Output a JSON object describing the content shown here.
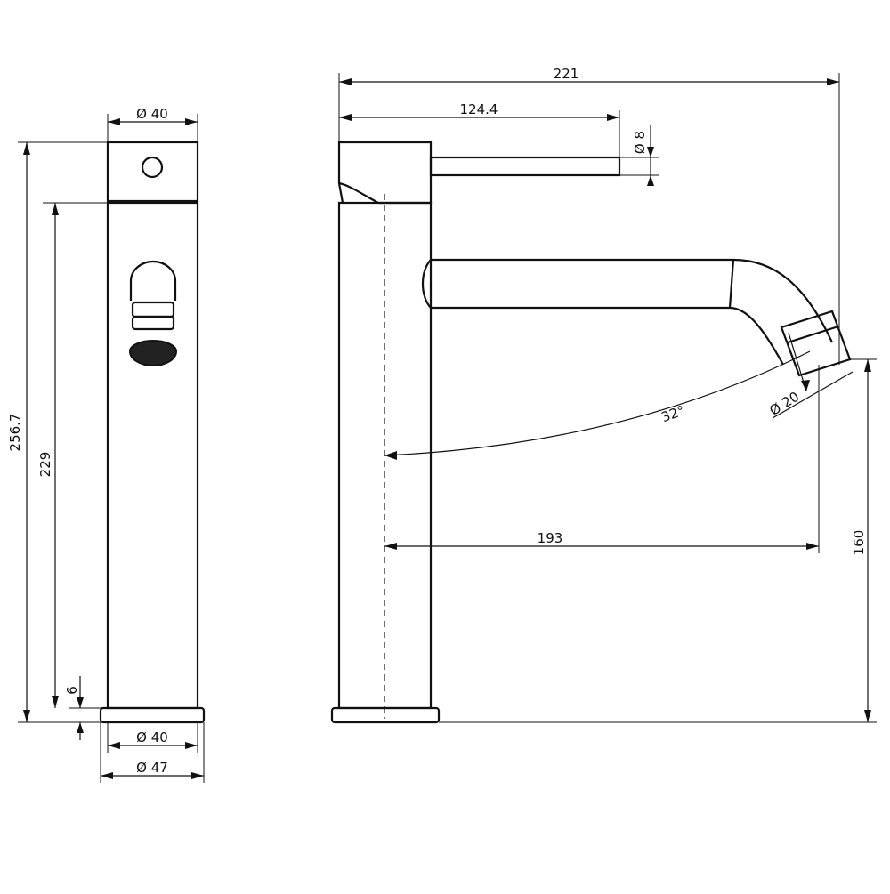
{
  "dimensions": {
    "overall_length": "221",
    "handle_length": "124.4",
    "handle_diameter": "Ø 8",
    "spout_angle": "32°",
    "outlet_diameter": "Ø 20",
    "spout_reach": "193",
    "spout_height": "160",
    "overall_height": "256.7",
    "body_height": "229",
    "base_thickness": "6",
    "top_diameter": "Ø 40",
    "body_diameter": "Ø 40",
    "base_diameter": "Ø 47"
  }
}
